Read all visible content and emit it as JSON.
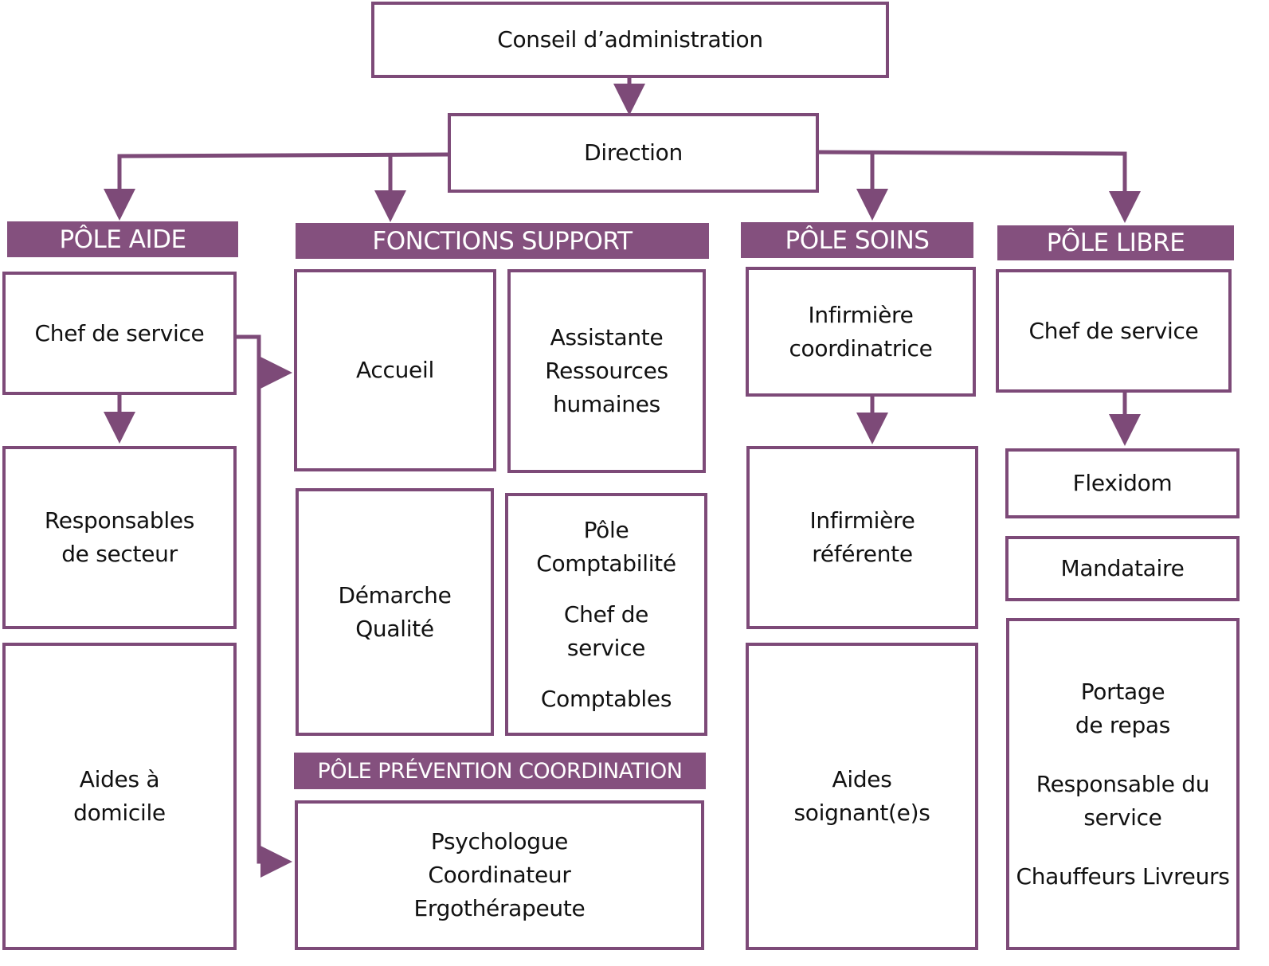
{
  "colors": {
    "accent": "#84507e",
    "border": "#7d4a78",
    "text": "#111111"
  },
  "top": {
    "board": "Conseil d’administration",
    "direction": "Direction"
  },
  "poles": {
    "aide": {
      "title": "PÔLE AIDE",
      "chef": [
        "Chef de service"
      ],
      "responsables": [
        "Responsables",
        "de secteur"
      ],
      "aides": [
        "Aides à",
        "domicile"
      ]
    },
    "support": {
      "title": "FONCTIONS SUPPORT",
      "accueil": [
        "Accueil"
      ],
      "assistante": [
        "Assistante",
        "Ressources",
        "humaines"
      ],
      "qualite": [
        "Démarche",
        "Qualité"
      ],
      "comptabilite": {
        "title": [
          "Pôle",
          "Comptabilité"
        ],
        "chef": [
          "Chef de",
          "service"
        ],
        "comptables": "Comptables"
      }
    },
    "prevention": {
      "title": "PÔLE PRÉVENTION COORDINATION",
      "staff": [
        "Psychologue",
        "Coordinateur",
        "Ergothérapeute"
      ]
    },
    "soins": {
      "title": "PÔLE SOINS",
      "coordinatrice": [
        "Infirmière",
        "coordinatrice"
      ],
      "referente": [
        "Infirmière",
        "référente"
      ],
      "aides": [
        "Aides",
        "soignant(e)s"
      ]
    },
    "libre": {
      "title": "PÔLE LIBRE",
      "chef": [
        "Chef de service"
      ],
      "flexidom": "Flexidom",
      "mandataire": "Mandataire",
      "portage": {
        "title": [
          "Portage",
          "de repas"
        ],
        "responsable": [
          "Responsable du",
          "service"
        ],
        "chauffeurs": "Chauffeurs Livreurs"
      }
    }
  }
}
